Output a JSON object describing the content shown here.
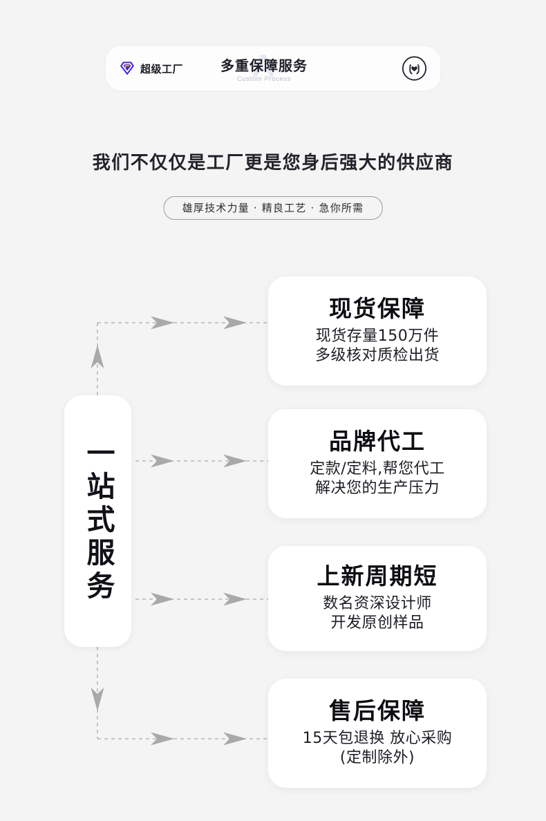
{
  "theme": {
    "background": "#f4f4f4",
    "card_background": "#ffffff",
    "text_primary": "#0d0d12",
    "connector_color": "#a9a9a9",
    "logo_diamond_color": "#3c1fe0",
    "logo_accent_color": "#f2c200",
    "watermark_color": "#e5e9f2"
  },
  "header": {
    "brand_name": "超级工厂",
    "brand_icon": "diamond-icon",
    "title": "多重保障服务",
    "subtitle": "Custom Process",
    "watermark": "A",
    "right_icon": "hands-holding-heart-icon"
  },
  "hero": {
    "title": "我们不仅仅是工厂更是您身后强大的供应商",
    "pill": "雄厚技术力量 · 精良工艺 · 急你所需"
  },
  "vertical_label": {
    "text": "一站式服务"
  },
  "cards": [
    {
      "title": "现货保障",
      "line1": "现货存量150万件",
      "line2": "多级核对质检出货"
    },
    {
      "title": "品牌代工",
      "line1": "定款/定料,帮您代工",
      "line2": "解决您的生产压力"
    },
    {
      "title": "上新周期短",
      "line1": "数名资深设计师",
      "line2": "开发原创样品"
    },
    {
      "title": "售后保障",
      "line1": "15天包退换 放心采购",
      "line2": "(定制除外)"
    }
  ]
}
